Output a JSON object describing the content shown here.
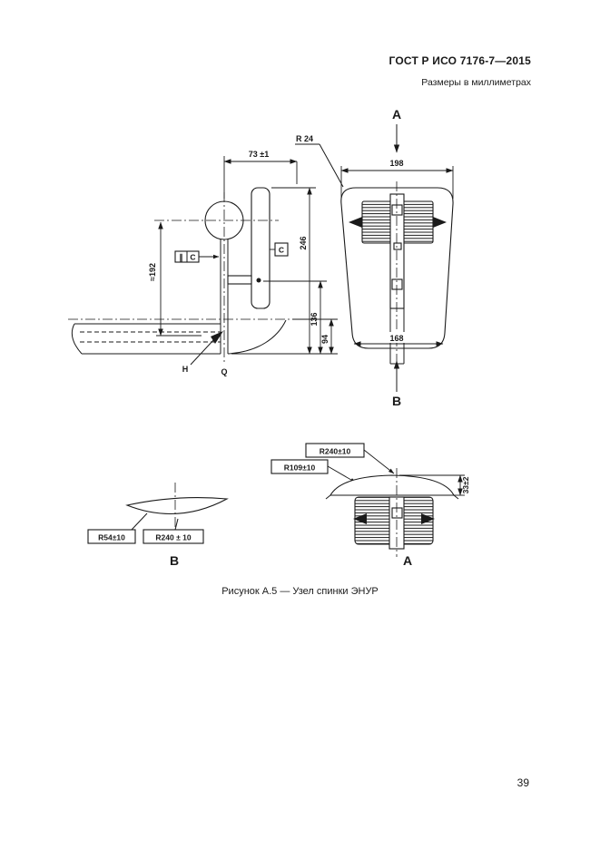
{
  "header": {
    "title": "ГОСТ Р ИСО 7176-7—2015",
    "subtitle": "Размеры в миллиметрах"
  },
  "figure": {
    "caption": "Рисунок А.5 — Узел спинки ЭНУР",
    "side_view": {
      "dim_width_top": "73 ±1",
      "dim_height_back": "≈192",
      "dim_246": "246",
      "dim_136": "136",
      "dim_94": "94",
      "tol_parallel": "∥",
      "tol_datum": "C",
      "datum_c": "C",
      "label_h": "H",
      "label_q": "Q"
    },
    "front_view": {
      "section_top": "A",
      "section_bottom": "B",
      "radius_corner": "R 24",
      "dim_width_top": "198",
      "dim_width_bottom": "168"
    },
    "view_b": {
      "title": "B",
      "radius_1": "R54±10",
      "radius_2": "R240 ± 10"
    },
    "view_a": {
      "title": "A",
      "radius_1": "R240±10",
      "radius_2": "R109±10",
      "dim_height": "33±2"
    }
  },
  "page_number": "39",
  "colors": {
    "ink": "#1a1a1a",
    "paper": "#ffffff"
  }
}
